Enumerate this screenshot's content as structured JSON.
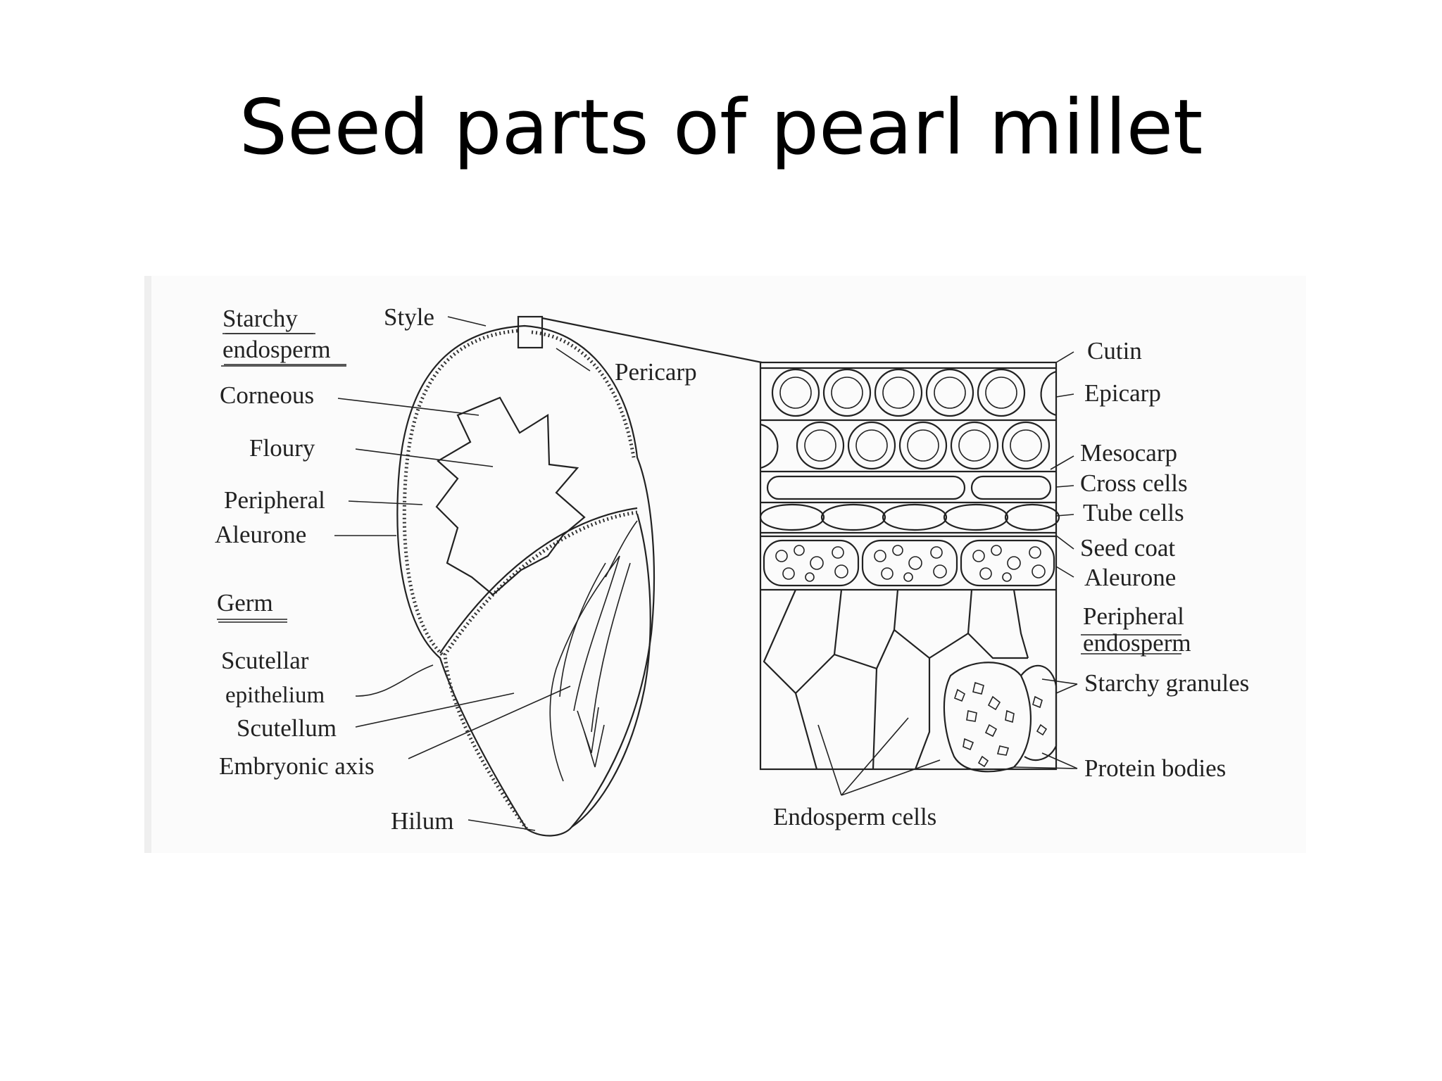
{
  "title": "Seed parts of pearl millet",
  "labels": {
    "starchy_endosperm": [
      "Starchy",
      "endosperm"
    ],
    "style": "Style",
    "pericarp": "Pericarp",
    "corneous": "Corneous",
    "floury": "Floury",
    "peripheral": "Peripheral",
    "aleurone_left": "Aleurone",
    "germ": "Germ",
    "scutellar_epithelium": [
      "Scutellar",
      "epithelium"
    ],
    "scutellum": "Scutellum",
    "embryonic_axis": "Embryonic axis",
    "hilum": "Hilum",
    "cutin": "Cutin",
    "epicarp": "Epicarp",
    "mesocarp": "Mesocarp",
    "cross_cells": "Cross cells",
    "tube_cells": "Tube cells",
    "seed_coat": "Seed coat",
    "aleurone_right": "Aleurone",
    "peripheral_endosperm": [
      "Peripheral",
      "endosperm"
    ],
    "starchy_granules": "Starchy granules",
    "protein_bodies": "Protein bodies",
    "endosperm_cells": "Endosperm cells"
  }
}
